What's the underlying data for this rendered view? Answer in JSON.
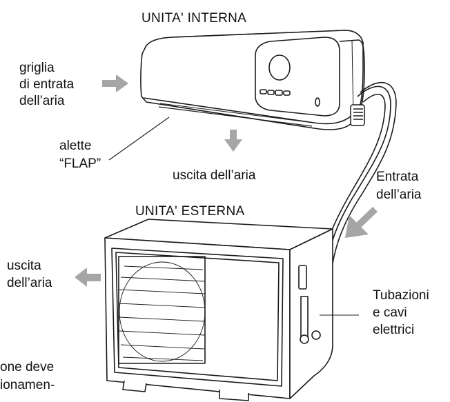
{
  "labels": {
    "indoor_unit": "UNITA' INTERNA",
    "outdoor_unit": "UNITA' ESTERNA",
    "air_intake_grille": [
      "griglia",
      "di entrata",
      "dell’aria"
    ],
    "flap": [
      "alette",
      "“FLAP”"
    ],
    "indoor_air_outlet": "uscita dell’aria",
    "air_intake_outdoor": [
      "Entrata",
      "dell’aria"
    ],
    "outdoor_air_outlet": [
      "uscita",
      "dell’aria"
    ],
    "pipes_and_cables": [
      "Tubazioni",
      "e cavi",
      "elettrici"
    ],
    "cut_text": [
      "one deve",
      "ionamen-"
    ]
  },
  "colors": {
    "arrow": "#a6a6a6",
    "line": "#1a1a1a",
    "unit_fill": "#ffffff"
  }
}
